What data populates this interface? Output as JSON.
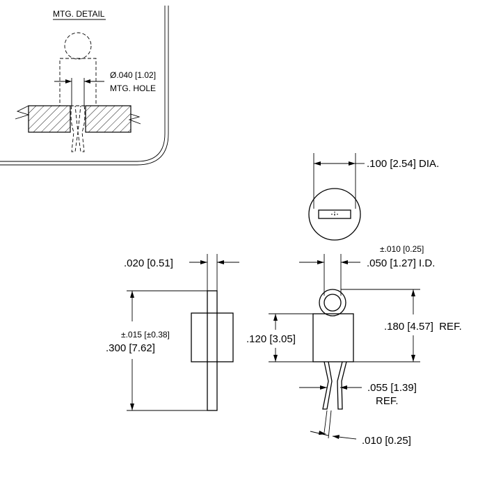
{
  "mounting_detail": {
    "title": "MTG. DETAIL",
    "hole_diameter": "Ø.040 [1.02]",
    "hole_label": "MTG. HOLE"
  },
  "top_view": {
    "diameter": ".100 [2.54] DIA."
  },
  "side_view": {
    "pin_width": ".020 [0.51]",
    "overall_tolerance": "±.015 [±0.38]",
    "overall_length": ".300 [7.62]"
  },
  "front_view": {
    "id_tolerance": "±.010 [0.25]",
    "inner_diameter": ".050 [1.27] I.D.",
    "body_height": ".120 [3.05]",
    "total_height": ".180 [4.57]  REF.",
    "leg_spread": ".055 [1.39]",
    "leg_spread_ref": "REF.",
    "leg_thickness": ".010 [0.25]"
  }
}
